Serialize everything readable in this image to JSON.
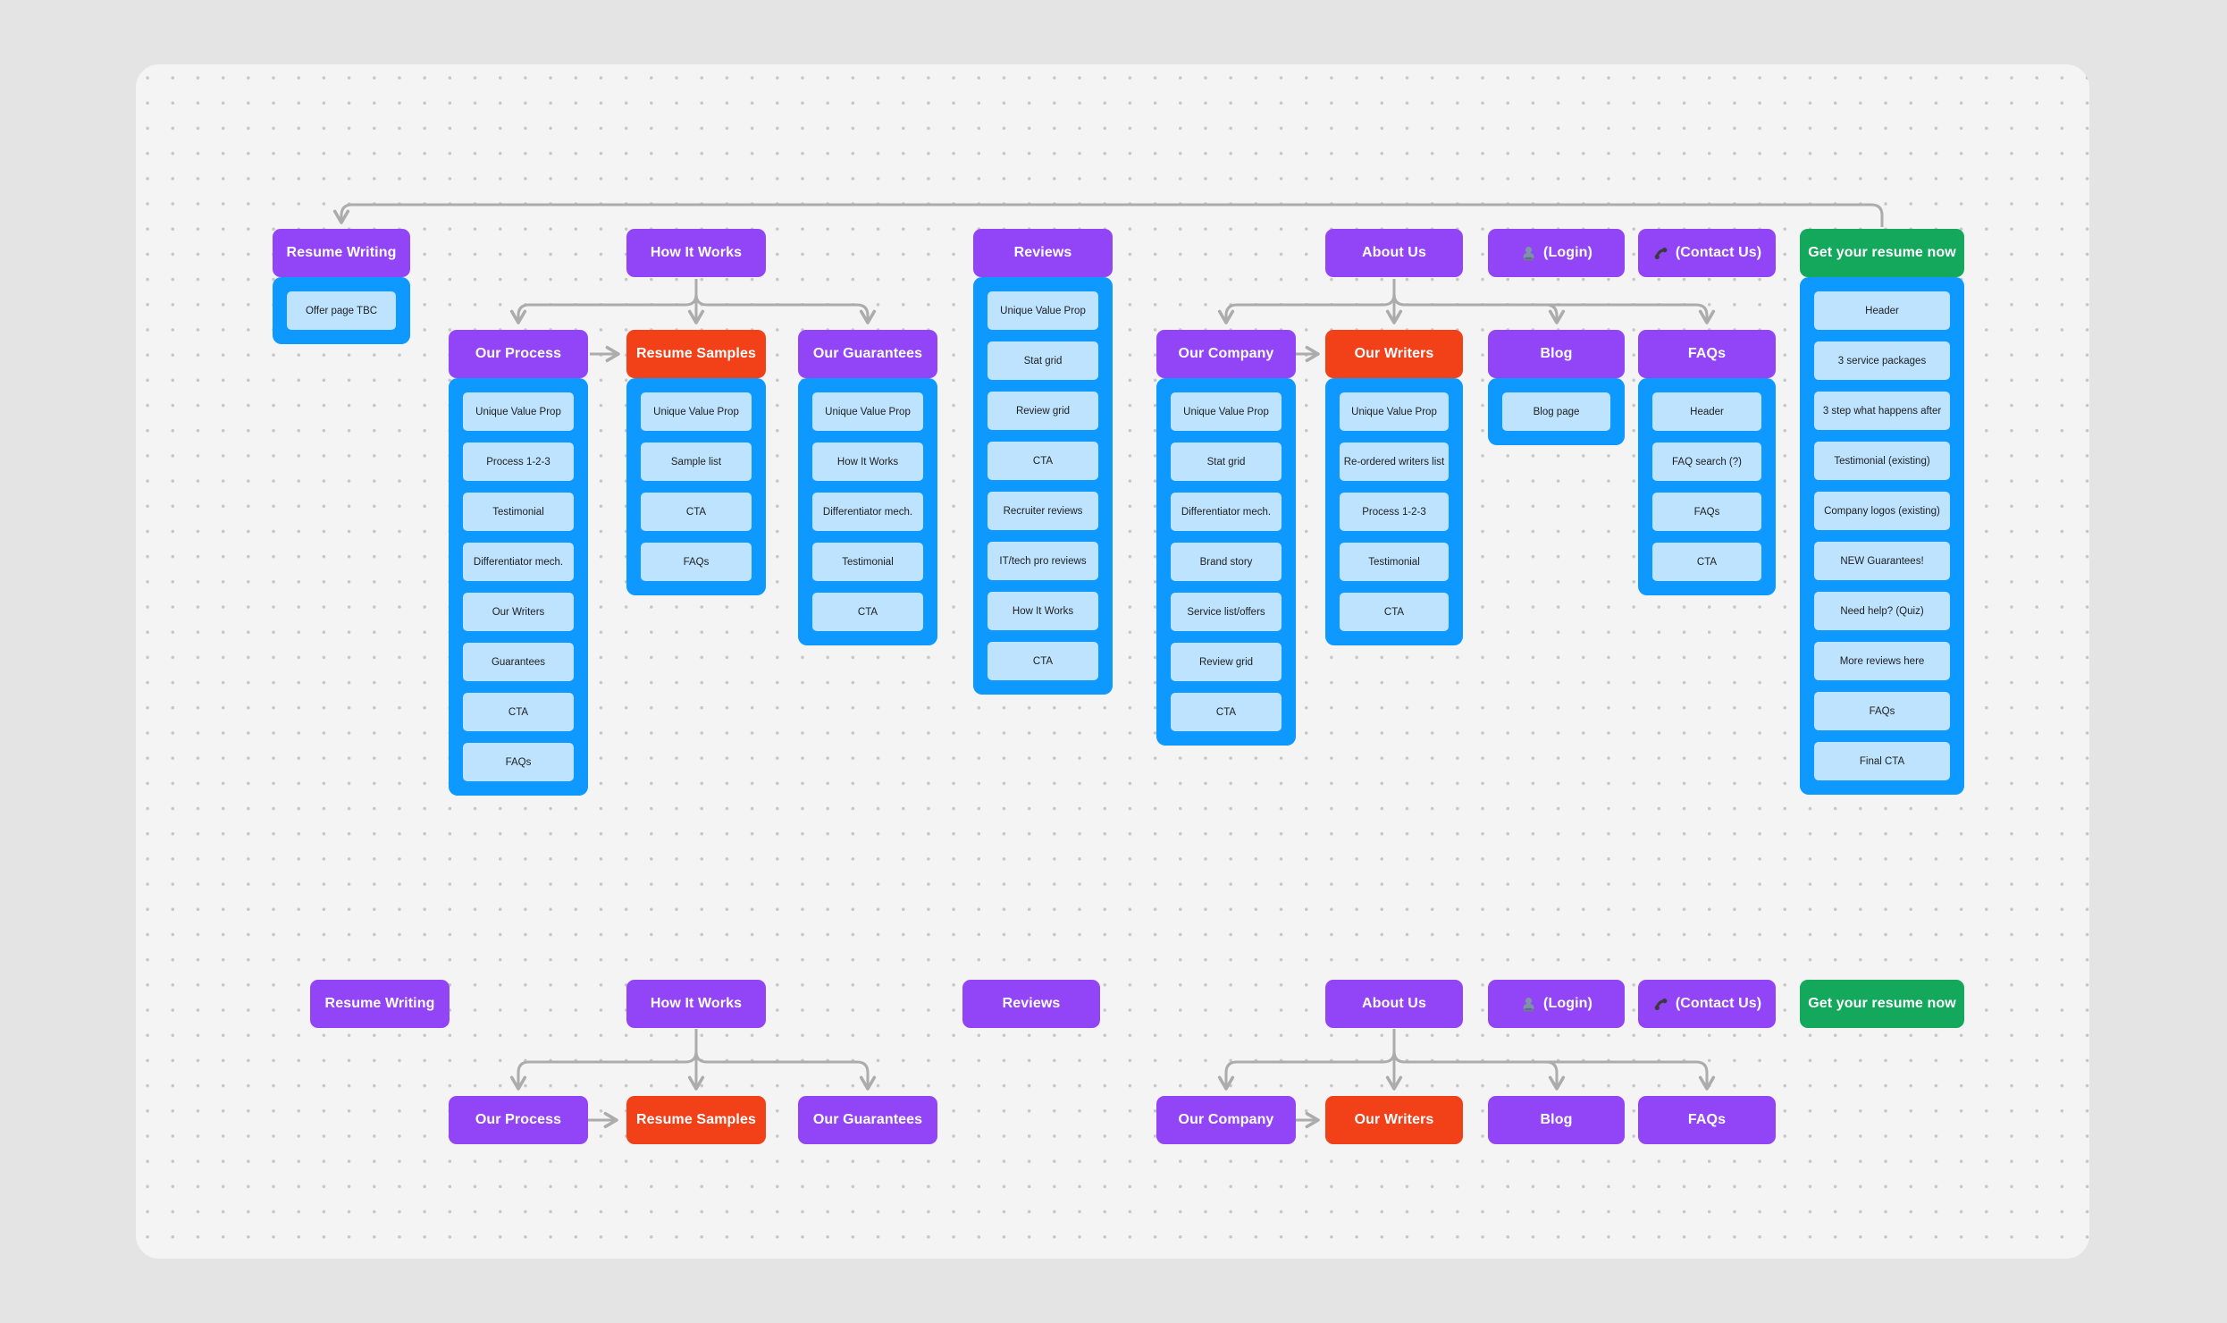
{
  "palette": {
    "node_purple": "#9245F7",
    "node_red": "#F24019",
    "node_green": "#14A85C",
    "container_blue": "#0D99FF",
    "section_light_blue": "#BEE3FF",
    "connector_gray": "#ACACAC",
    "canvas_bg": "#F4F4F4",
    "outer_bg": "#E4E4E4",
    "section_text": "#1E1E1E"
  },
  "icons": {
    "login": "user-bust-icon",
    "contact": "phone-receiver-icon"
  },
  "top": {
    "resume_writing": {
      "label": "Resume Writing",
      "items": [
        "Offer page TBC"
      ]
    },
    "how_it_works": {
      "label": "How It Works"
    },
    "our_process": {
      "label": "Our Process",
      "items": [
        "Unique Value Prop",
        "Process 1-2-3",
        "Testimonial",
        "Differentiator mech.",
        "Our Writers",
        "Guarantees",
        "CTA",
        "FAQs"
      ]
    },
    "resume_samples": {
      "label": "Resume Samples",
      "items": [
        "Unique Value Prop",
        "Sample list",
        "CTA",
        "FAQs"
      ]
    },
    "our_guarantees": {
      "label": "Our Guarantees",
      "items": [
        "Unique Value Prop",
        "How It Works",
        "Differentiator mech.",
        "Testimonial",
        "CTA"
      ]
    },
    "reviews": {
      "label": "Reviews",
      "items": [
        "Unique Value Prop",
        "Stat grid",
        "Review grid",
        "CTA",
        "Recruiter reviews",
        "IT/tech pro reviews",
        "How It Works",
        "CTA"
      ]
    },
    "about_us": {
      "label": "About Us"
    },
    "our_company": {
      "label": "Our Company",
      "items": [
        "Unique Value Prop",
        "Stat grid",
        "Differentiator mech.",
        "Brand story",
        "Service list/offers",
        "Review grid",
        "CTA"
      ]
    },
    "our_writers": {
      "label": "Our Writers",
      "items": [
        "Unique Value Prop",
        "Re-ordered writers list",
        "Process 1-2-3",
        "Testimonial",
        "CTA"
      ]
    },
    "blog": {
      "label": "Blog",
      "items": [
        "Blog page"
      ]
    },
    "faqs": {
      "label": "FAQs",
      "items": [
        "Header",
        "FAQ search (?)",
        "FAQs",
        "CTA"
      ]
    },
    "login": {
      "label": "(Login)"
    },
    "contact_us": {
      "label": "(Contact Us)"
    },
    "get_resume": {
      "label": "Get your resume now",
      "items": [
        "Header",
        "3 service packages",
        "3 step what happens after",
        "Testimonial (existing)",
        "Company logos (existing)",
        "NEW Guarantees!",
        "Need help? (Quiz)",
        "More reviews here",
        "FAQs",
        "Final CTA"
      ]
    }
  },
  "bottom": {
    "resume_writing": {
      "label": "Resume Writing"
    },
    "how_it_works": {
      "label": "How It Works"
    },
    "our_process": {
      "label": "Our Process"
    },
    "resume_samples": {
      "label": "Resume Samples"
    },
    "our_guarantees": {
      "label": "Our Guarantees"
    },
    "reviews": {
      "label": "Reviews"
    },
    "about_us": {
      "label": "About Us"
    },
    "our_company": {
      "label": "Our Company"
    },
    "our_writers": {
      "label": "Our Writers"
    },
    "blog": {
      "label": "Blog"
    },
    "faqs": {
      "label": "FAQs"
    },
    "login": {
      "label": "(Login)"
    },
    "contact_us": {
      "label": "(Contact Us)"
    },
    "get_resume": {
      "label": "Get your resume now"
    }
  },
  "edges": {
    "top": [
      {
        "from": "get_resume",
        "to": "resume_writing"
      },
      {
        "from": "how_it_works",
        "to": "our_process"
      },
      {
        "from": "how_it_works",
        "to": "resume_samples"
      },
      {
        "from": "how_it_works",
        "to": "our_guarantees"
      },
      {
        "from": "our_process",
        "to": "resume_samples"
      },
      {
        "from": "about_us",
        "to": "our_company"
      },
      {
        "from": "about_us",
        "to": "our_writers"
      },
      {
        "from": "about_us",
        "to": "blog"
      },
      {
        "from": "about_us",
        "to": "faqs"
      },
      {
        "from": "our_company",
        "to": "our_writers"
      }
    ],
    "bottom": [
      {
        "from": "how_it_works",
        "to": "our_process"
      },
      {
        "from": "how_it_works",
        "to": "resume_samples"
      },
      {
        "from": "how_it_works",
        "to": "our_guarantees"
      },
      {
        "from": "our_process",
        "to": "resume_samples"
      },
      {
        "from": "about_us",
        "to": "our_company"
      },
      {
        "from": "about_us",
        "to": "our_writers"
      },
      {
        "from": "about_us",
        "to": "blog"
      },
      {
        "from": "about_us",
        "to": "faqs"
      },
      {
        "from": "our_company",
        "to": "our_writers"
      }
    ]
  }
}
